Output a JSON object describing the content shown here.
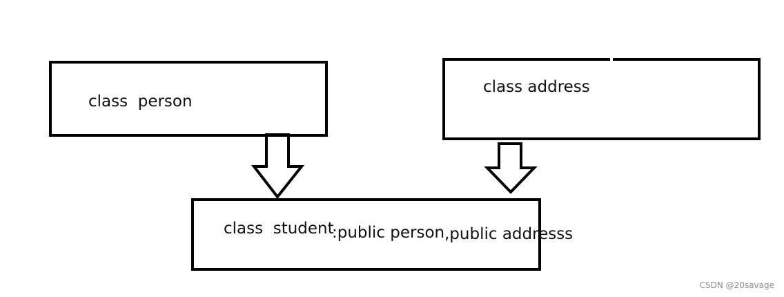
{
  "person_box": {
    "label": "class  person"
  },
  "address_box": {
    "label": "class address"
  },
  "student_box": {
    "label_class": "class  student",
    "label_person": ":public person",
    "label_address": ",public addresss"
  },
  "watermark": "CSDN @20savage",
  "colors": {
    "stroke": "#000000",
    "text": "#111111",
    "background": "#ffffff"
  }
}
